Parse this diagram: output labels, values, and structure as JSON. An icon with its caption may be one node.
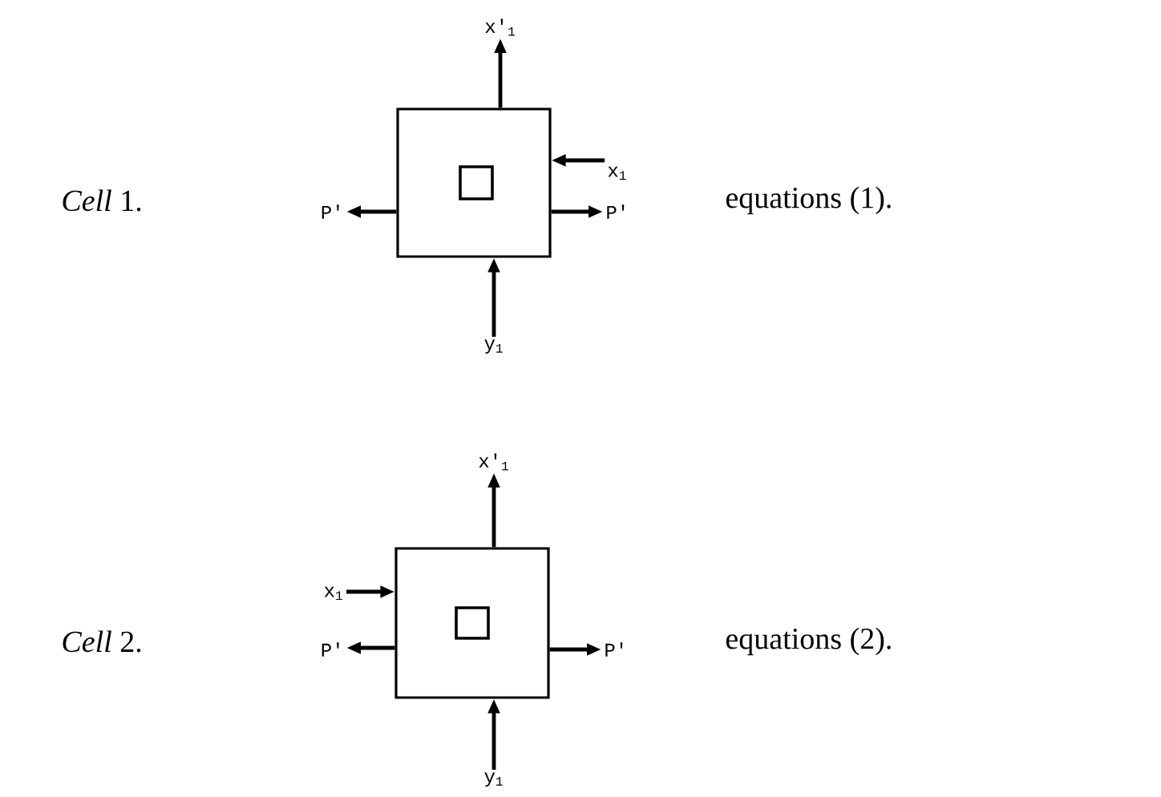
{
  "diagram": {
    "nodes": [
      {
        "text": [],
        "shape": "box"
      },
      {
        "text": [],
        "shape": "box",
        "in": 0
      },
      {
        "text": [
          "x'$_{1}$"
        ]
      },
      {
        "text": [
          "x$_{1}$"
        ]
      },
      {
        "text": [
          "P'"
        ]
      },
      {
        "text": [
          "P'"
        ]
      },
      {
        "text": [
          "y$_{1}$"
        ]
      },
      {
        "text": [],
        "shape": "box"
      },
      {
        "text": [],
        "shape": "box",
        "in": 7
      },
      {
        "text": [
          "x'$_{1}$"
        ]
      },
      {
        "text": [
          "x$_{1}$"
        ]
      },
      {
        "text": [
          "P'"
        ]
      },
      {
        "text": [
          "P'"
        ]
      },
      {
        "text": [
          "y$_{1}$"
        ]
      }
    ],
    "edges": [
      {
        "from": 0,
        "to": 2,
        "arrow": "to"
      },
      {
        "from": 3,
        "to": 0,
        "arrow": "to"
      },
      {
        "from": 0,
        "to": 4,
        "arrow": "to"
      },
      {
        "from": 0,
        "to": 5,
        "arrow": "to"
      },
      {
        "from": 6,
        "to": 0,
        "arrow": "to"
      },
      {
        "from": 7,
        "to": 9,
        "arrow": "to"
      },
      {
        "from": 10,
        "to": 7,
        "arrow": "to"
      },
      {
        "from": 7,
        "to": 11,
        "arrow": "to"
      },
      {
        "from": 7,
        "to": 12,
        "arrow": "to"
      },
      {
        "from": 13,
        "to": 7,
        "arrow": "to"
      }
    ],
    "labels": [
      "*Cell* 1.",
      "equations (1).",
      "*Cell* 2.",
      "equations (2)."
    ]
  }
}
